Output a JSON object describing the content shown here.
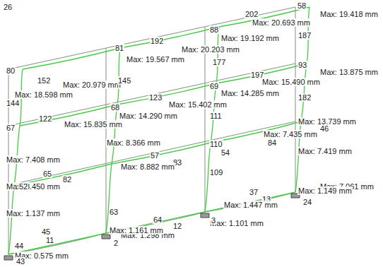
{
  "diagram": {
    "labels": [
      "58",
      "202",
      "Max: 20.693 mm",
      "Max: 19.418 mm",
      "88",
      "Max: 19.192 mm",
      "187",
      "81",
      "192",
      "Max: 20.203 mm",
      "Max: 19.567 mm",
      "177",
      "80",
      "152",
      "Max: 20.979 mm",
      "Max: 18.598 mm",
      "145",
      "93",
      "Max: 13.875 mm",
      "197",
      "Max: 15.490 mm",
      "69",
      "Max: 14.285 mm",
      "123",
      "Max: 15.402 mm",
      "68",
      "Max: 14.290 mm",
      "182",
      "144",
      "111",
      "122",
      "Max: 15.835 mm",
      "67",
      "Max: 13.739 mm",
      "46",
      "Max: 7.435 mm",
      "84",
      "Max: 8.366 mm",
      "110",
      "54",
      "Max: 7.419 mm",
      "57",
      "83",
      "Max: 8.882 mm",
      "Max: 7.408 mm",
      "109",
      "65",
      "82",
      "Max: 8.450 mm",
      "52",
      "Max: 7.061 mm",
      "Max: 1.149 mm",
      "37",
      "13",
      "Max: 1.447 mm",
      "Max: 1.137 mm",
      "63",
      "64",
      "12",
      "Max: 1.298 mm",
      "Max: 1.101 mm",
      "45",
      "11",
      "Max: 1.161 mm",
      "44",
      "Max: 0.575 mm",
      "43",
      "2",
      "3",
      "24",
      "26"
    ]
  }
}
